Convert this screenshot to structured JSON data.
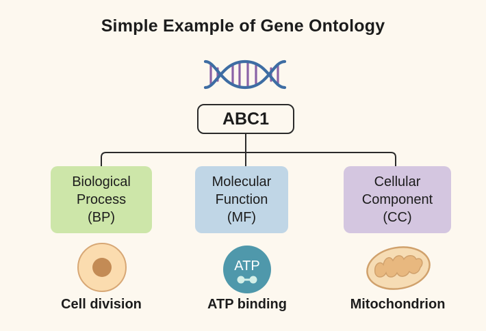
{
  "title": "Simple Example of Gene Ontology",
  "gene": {
    "icon": "dna-double-helix-icon",
    "name": "ABC1"
  },
  "colors": {
    "background": "#fdf8ef",
    "dna_strand": "#3e6da3",
    "dna_rungs": "#8a62a6",
    "bp_fill": "#cde6a9",
    "mf_fill": "#c0d6e6",
    "cc_fill": "#d4c6e0",
    "cell_fill": "#fbdcaf",
    "cell_nucleus": "#c38b55",
    "atp_fill": "#4f98ab",
    "mito_fill": "#f6dcb4"
  },
  "categories": [
    {
      "key": "bp",
      "lines": [
        "Biological",
        "Process",
        "(BP)"
      ],
      "example_icon": "cell-icon",
      "example": "Cell division"
    },
    {
      "key": "mf",
      "lines": [
        "Molecular",
        "Function",
        "(MF)"
      ],
      "example_icon": "atp-molecule-icon",
      "icon_text": "ATP",
      "example": "ATP binding"
    },
    {
      "key": "cc",
      "lines": [
        "Cellular",
        "Component",
        "(CC)"
      ],
      "example_icon": "mitochondrion-icon",
      "example": "Mitochondrion"
    }
  ]
}
